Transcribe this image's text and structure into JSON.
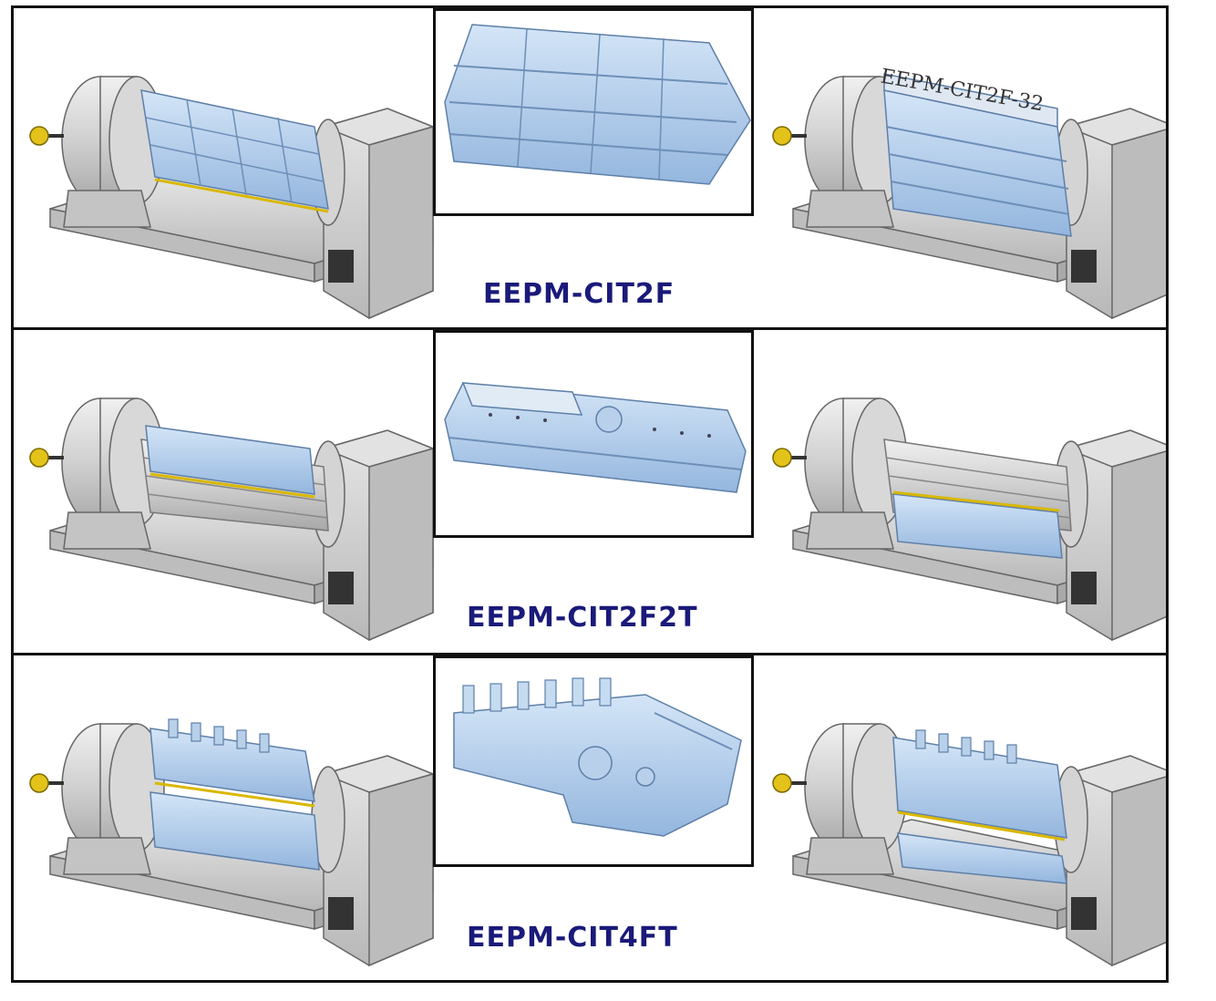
{
  "rows": [
    {
      "label": "EEPM-CIT2F",
      "engraving": "EEPM-CIT2F-32"
    },
    {
      "label": "EEPM-CIT2F2T"
    },
    {
      "label": "EEPM-CIT4FT"
    }
  ],
  "colors": {
    "frame": "#111111",
    "label": "#1a1a7a",
    "machine_gray": "#c9c9c9",
    "part_blue": "#a9c6e8",
    "knob_yellow": "#e3c21a"
  }
}
